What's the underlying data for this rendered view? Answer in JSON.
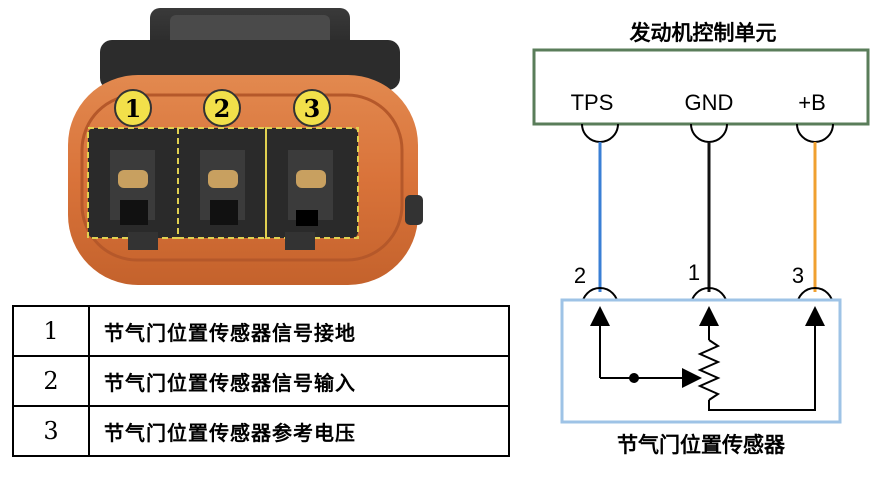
{
  "photo": {
    "pin_labels": [
      "1",
      "2",
      "3"
    ]
  },
  "table": {
    "rows": [
      {
        "num": "1",
        "desc": "节气门位置传感器信号接地"
      },
      {
        "num": "2",
        "desc": "节气门位置传感器信号输入"
      },
      {
        "num": "3",
        "desc": "节气门位置传感器参考电压"
      }
    ]
  },
  "circuit": {
    "ecu_title": "发动机控制单元",
    "ecu_pins": [
      "TPS",
      "GND",
      "+B"
    ],
    "wire_numbers": [
      "2",
      "1",
      "3"
    ],
    "sensor_title": "节气门位置传感器",
    "wire_colors": {
      "tps": "#3a7fd5",
      "gnd": "#111111",
      "vref": "#f0a030"
    },
    "ecu_box_color": "#5a7d5a",
    "sensor_box_color": "#9ec3e6"
  }
}
